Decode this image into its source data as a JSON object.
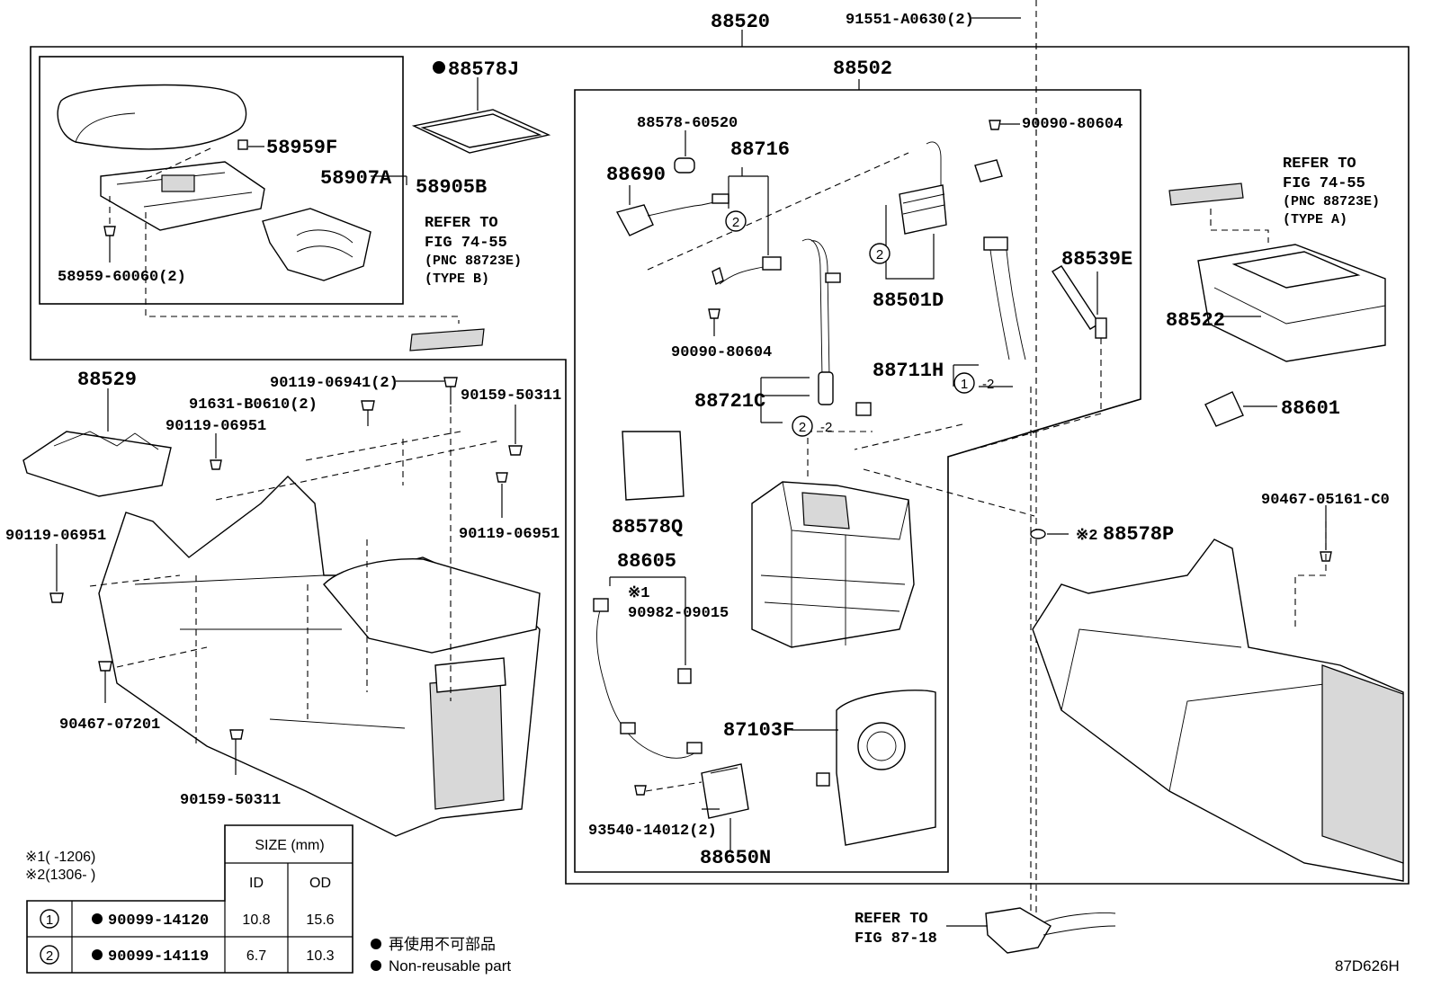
{
  "diagram_id": "87D626H",
  "labels": {
    "p88520": "88520",
    "p91551": "91551-A0630(2)",
    "p88502": "88502",
    "p88578j": "88578J",
    "p58959f": "58959F",
    "p58907a": "58907A",
    "p58905b": "58905B",
    "p58959_60060": "58959-60060(2)",
    "refer_b_1": "REFER TO",
    "refer_b_2": "FIG 74-55",
    "refer_b_3": "(PNC 88723E)",
    "refer_b_4": "(TYPE B)",
    "p88578_60520": "88578-60520",
    "p88716": "88716",
    "p88690": "88690",
    "p90090_80604_a": "90090-80604",
    "p90090_80604_b": "90090-80604",
    "p88501d": "88501D",
    "p88539e": "88539E",
    "p88711h": "88711H",
    "p88721c": "88721C",
    "refer_a_1": "REFER TO",
    "refer_a_2": "FIG 74-55",
    "refer_a_3": "(PNC 88723E)",
    "refer_a_4": "(TYPE A)",
    "p88522": "88522",
    "p88601": "88601",
    "p88529": "88529",
    "p90119_06941": "90119-06941(2)",
    "p91631": "91631-B0610(2)",
    "p90159_50311_a": "90159-50311",
    "p90119_06951_a": "90119-06951",
    "p90119_06951_b": "90119-06951",
    "p90119_06951_c": "90119-06951",
    "p88578q": "88578Q",
    "p88605": "88605",
    "note1_mark": "※1",
    "p90982": "90982-09015",
    "p88578p": "88578P",
    "note2_mark": "※2",
    "p90467_05161": "90467-05161-C0",
    "p87103f": "87103F",
    "p90467_07201": "90467-07201",
    "p90159_50311_b": "90159-50311",
    "p93540": "93540-14012(2)",
    "p88650n": "88650N",
    "refer_c_1": "REFER TO",
    "refer_c_2": "FIG 87-18",
    "circ1": "1",
    "circ2": "2",
    "dash2": "-2"
  },
  "notes": {
    "n1": "※1(     -1206)",
    "n2": "※2(1306-     )",
    "legend_jp": "再使用不可部品",
    "legend_en": "Non-reusable part"
  },
  "size_table": {
    "header": "SIZE (mm)",
    "col_id": "ID",
    "col_od": "OD",
    "rows": [
      {
        "mark": "1",
        "part": "90099-14120",
        "id": "10.8",
        "od": "15.6"
      },
      {
        "mark": "2",
        "part": "90099-14119",
        "id": "6.7",
        "od": "10.3"
      }
    ]
  }
}
